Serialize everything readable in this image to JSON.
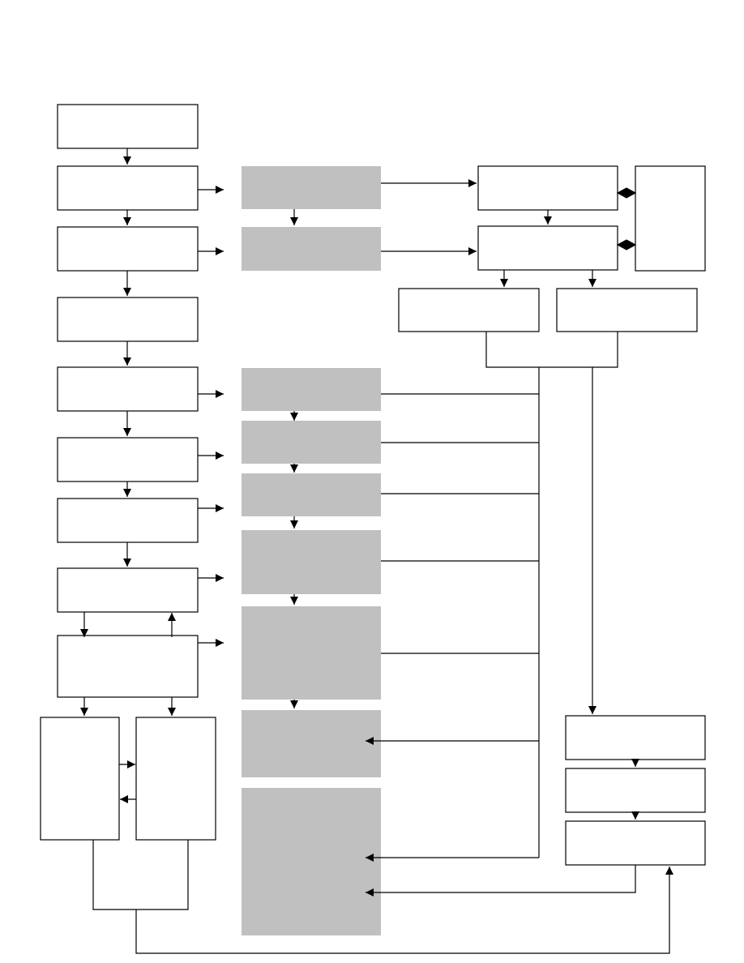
{
  "colors": {
    "background": "#ffffff",
    "stroke": "#000000",
    "box_fill": "#ffffff",
    "shaded_fill": "#c0c0c0"
  },
  "nodes": [
    {
      "id": "left-1",
      "label": "",
      "style": "plain"
    },
    {
      "id": "left-2",
      "label": "",
      "style": "plain"
    },
    {
      "id": "left-3",
      "label": "",
      "style": "plain"
    },
    {
      "id": "left-4",
      "label": "",
      "style": "plain"
    },
    {
      "id": "left-5",
      "label": "",
      "style": "plain"
    },
    {
      "id": "left-6",
      "label": "",
      "style": "plain"
    },
    {
      "id": "left-7",
      "label": "",
      "style": "plain"
    },
    {
      "id": "left-8",
      "label": "",
      "style": "plain"
    },
    {
      "id": "left-9",
      "label": "",
      "style": "plain"
    },
    {
      "id": "bottom-left-a",
      "label": "",
      "style": "plain"
    },
    {
      "id": "bottom-left-b",
      "label": "",
      "style": "plain"
    },
    {
      "id": "mid-1",
      "label": "",
      "style": "shaded"
    },
    {
      "id": "mid-2",
      "label": "",
      "style": "shaded"
    },
    {
      "id": "mid-3",
      "label": "",
      "style": "shaded"
    },
    {
      "id": "mid-4",
      "label": "",
      "style": "shaded"
    },
    {
      "id": "mid-5",
      "label": "",
      "style": "shaded"
    },
    {
      "id": "mid-6",
      "label": "",
      "style": "shaded"
    },
    {
      "id": "mid-7",
      "label": "",
      "style": "shaded"
    },
    {
      "id": "mid-8",
      "label": "",
      "style": "shaded"
    },
    {
      "id": "mid-9",
      "label": "",
      "style": "shaded"
    },
    {
      "id": "right-1",
      "label": "",
      "style": "plain"
    },
    {
      "id": "right-2",
      "label": "",
      "style": "plain"
    },
    {
      "id": "right-side",
      "label": "",
      "style": "plain"
    },
    {
      "id": "right-sub-a",
      "label": "",
      "style": "plain"
    },
    {
      "id": "right-sub-b",
      "label": "",
      "style": "plain"
    },
    {
      "id": "far-right-1",
      "label": "",
      "style": "plain"
    },
    {
      "id": "far-right-2",
      "label": "",
      "style": "plain"
    },
    {
      "id": "far-right-3",
      "label": "",
      "style": "plain"
    }
  ]
}
